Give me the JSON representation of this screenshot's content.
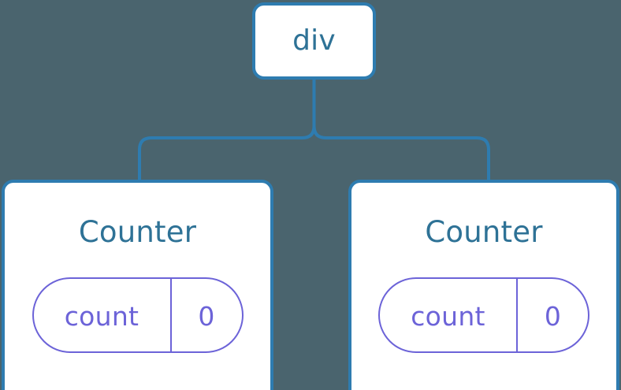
{
  "diagram": {
    "type": "component-tree",
    "background_color": "#4a646e",
    "node_border_color": "#2e7cb0",
    "node_fill_color": "#ffffff",
    "node_title_color": "#2e7296",
    "state_color": "#6c63d8",
    "connector_color": "#2e7cb0",
    "root": {
      "label": "div"
    },
    "children": [
      {
        "label": "Counter",
        "state": {
          "key": "count",
          "value": "0"
        }
      },
      {
        "label": "Counter",
        "state": {
          "key": "count",
          "value": "0"
        }
      }
    ]
  }
}
